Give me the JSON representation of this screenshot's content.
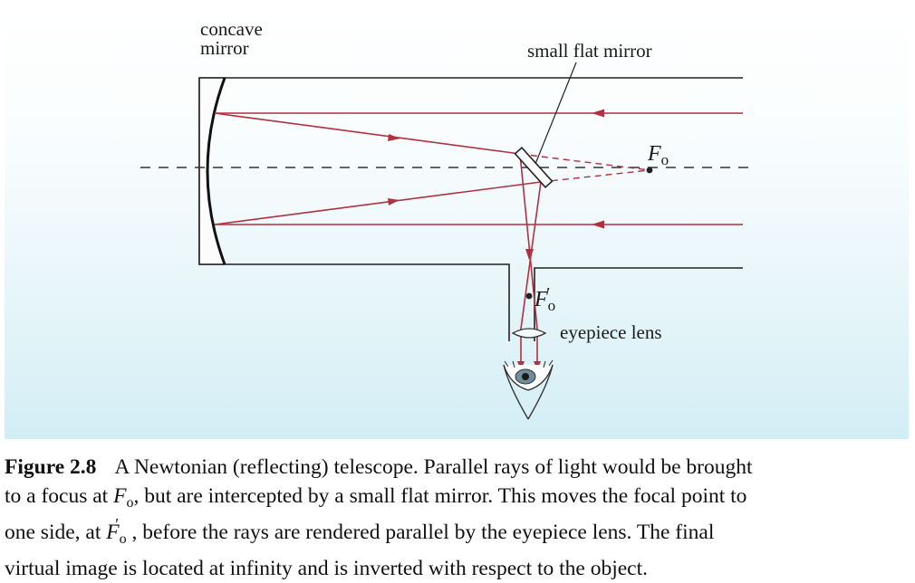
{
  "diagram": {
    "labels": {
      "concave_mirror": [
        "concave",
        "mirror"
      ],
      "small_flat_mirror": "small flat mirror",
      "eyepiece_lens": "eyepiece lens"
    },
    "symbols": {
      "focus": "F",
      "focus_sub": "o",
      "focus_prime_mark": "′"
    }
  },
  "caption": {
    "figure_label": "Figure 2.8",
    "line1_text": "A Newtonian (reflecting) telescope. Parallel rays of light would be brought",
    "line2_pre": "to a focus at ",
    "line2_post": ", but are intercepted by a small flat mirror. This moves the focal point to",
    "line3_pre": "one side, at ",
    "line3_post": " , before the rays are rendered parallel by the eyepiece lens. The final",
    "line4": "virtual image is located at infinity and is inverted with respect to the object.",
    "sym_F": "F",
    "sym_sub": "o",
    "sym_prime": "′"
  },
  "colors": {
    "ray": "#b0313f",
    "line": "#222222",
    "background_bottom": "#d2eef5"
  }
}
